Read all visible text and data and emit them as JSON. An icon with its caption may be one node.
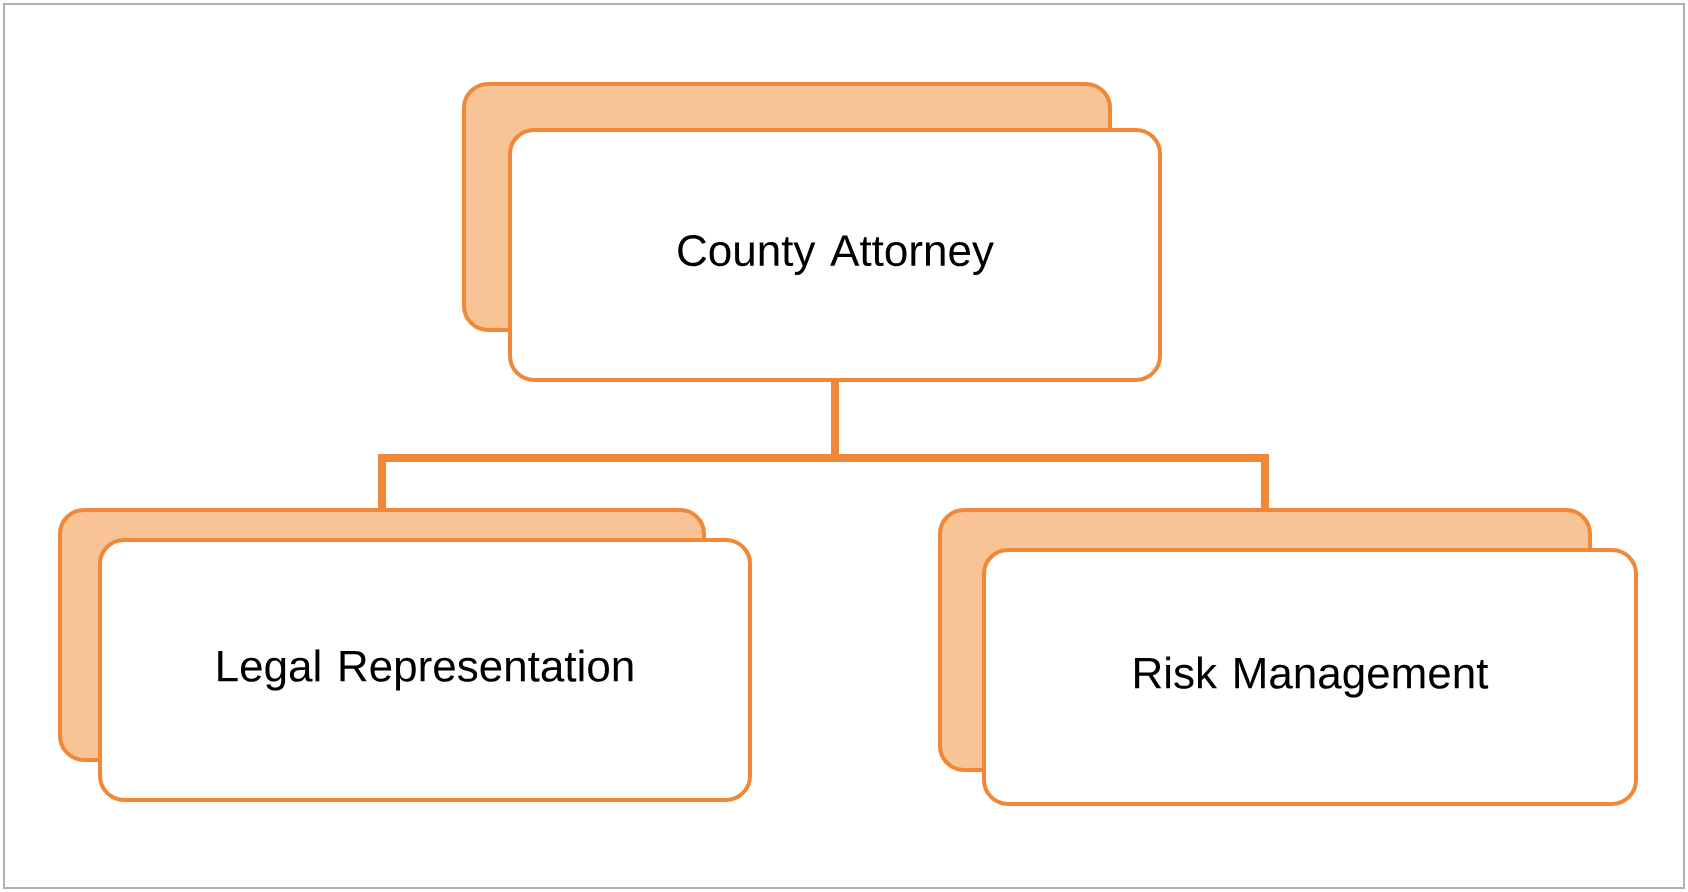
{
  "diagram": {
    "nodes": [
      {
        "text": [
          "County Attorney"
        ]
      },
      {
        "text": [
          "Legal Representation"
        ]
      },
      {
        "text": [
          "Risk Management"
        ]
      }
    ],
    "edges": [
      {
        "from": 0,
        "to": 1,
        "arrow": "none"
      },
      {
        "from": 0,
        "to": 2,
        "arrow": "none"
      }
    ]
  }
}
